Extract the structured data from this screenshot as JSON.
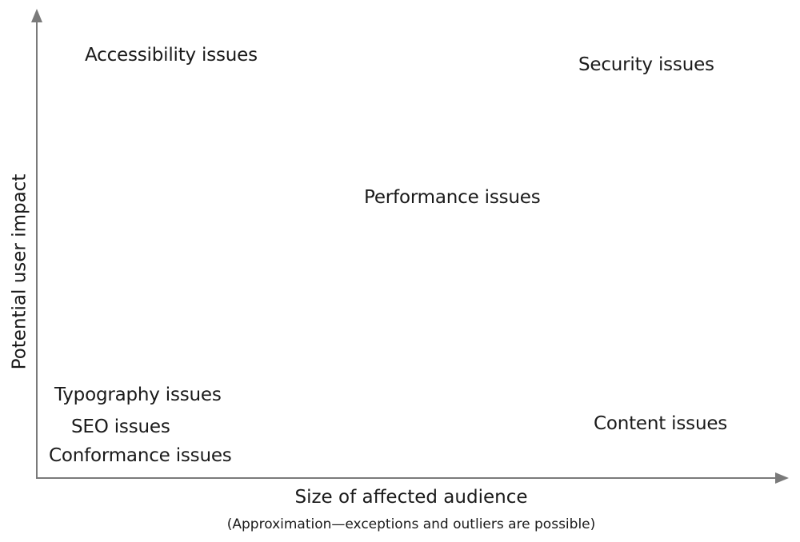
{
  "diagram": {
    "x_axis": {
      "label": "Size of affected audience",
      "note": "(Approximation—exceptions and outliers are possible)"
    },
    "y_axis": {
      "label": "Potential user impact"
    },
    "axis_color": "#7a7a7a",
    "issues": [
      {
        "id": "accessibility",
        "label": "Accessibility issues"
      },
      {
        "id": "security",
        "label": "Security issues"
      },
      {
        "id": "performance",
        "label": "Performance issues"
      },
      {
        "id": "typography",
        "label": "Typography issues"
      },
      {
        "id": "seo",
        "label": "SEO issues"
      },
      {
        "id": "content",
        "label": "Content issues"
      },
      {
        "id": "conformance",
        "label": "Conformance issues"
      }
    ]
  }
}
